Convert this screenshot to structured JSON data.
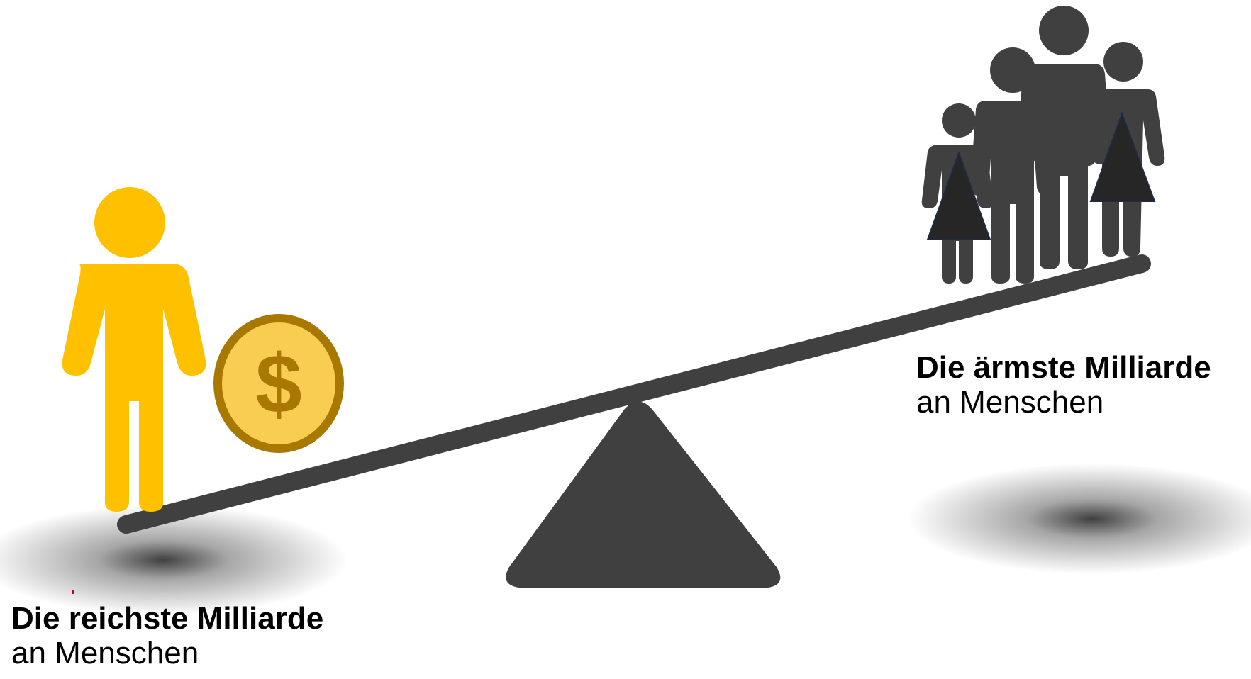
{
  "left_label": {
    "title": "Die reichste Milliarde",
    "subtitle": "an Menschen"
  },
  "right_label": {
    "title": "Die ärmste Milliarde",
    "subtitle": "an Menschen"
  },
  "coin_symbol": "$",
  "colors": {
    "rich_person": "#FFC000",
    "coin_fill": "#F9CD52",
    "coin_ring": "#A87800",
    "coin_symbol": "#A87800",
    "seesaw": "#404040",
    "poor_people": "#404040",
    "dress": "#262626",
    "text": "#000000"
  },
  "icons": [
    "rich-person-icon",
    "dollar-coin-icon",
    "family-icon",
    "seesaw-icon"
  ]
}
